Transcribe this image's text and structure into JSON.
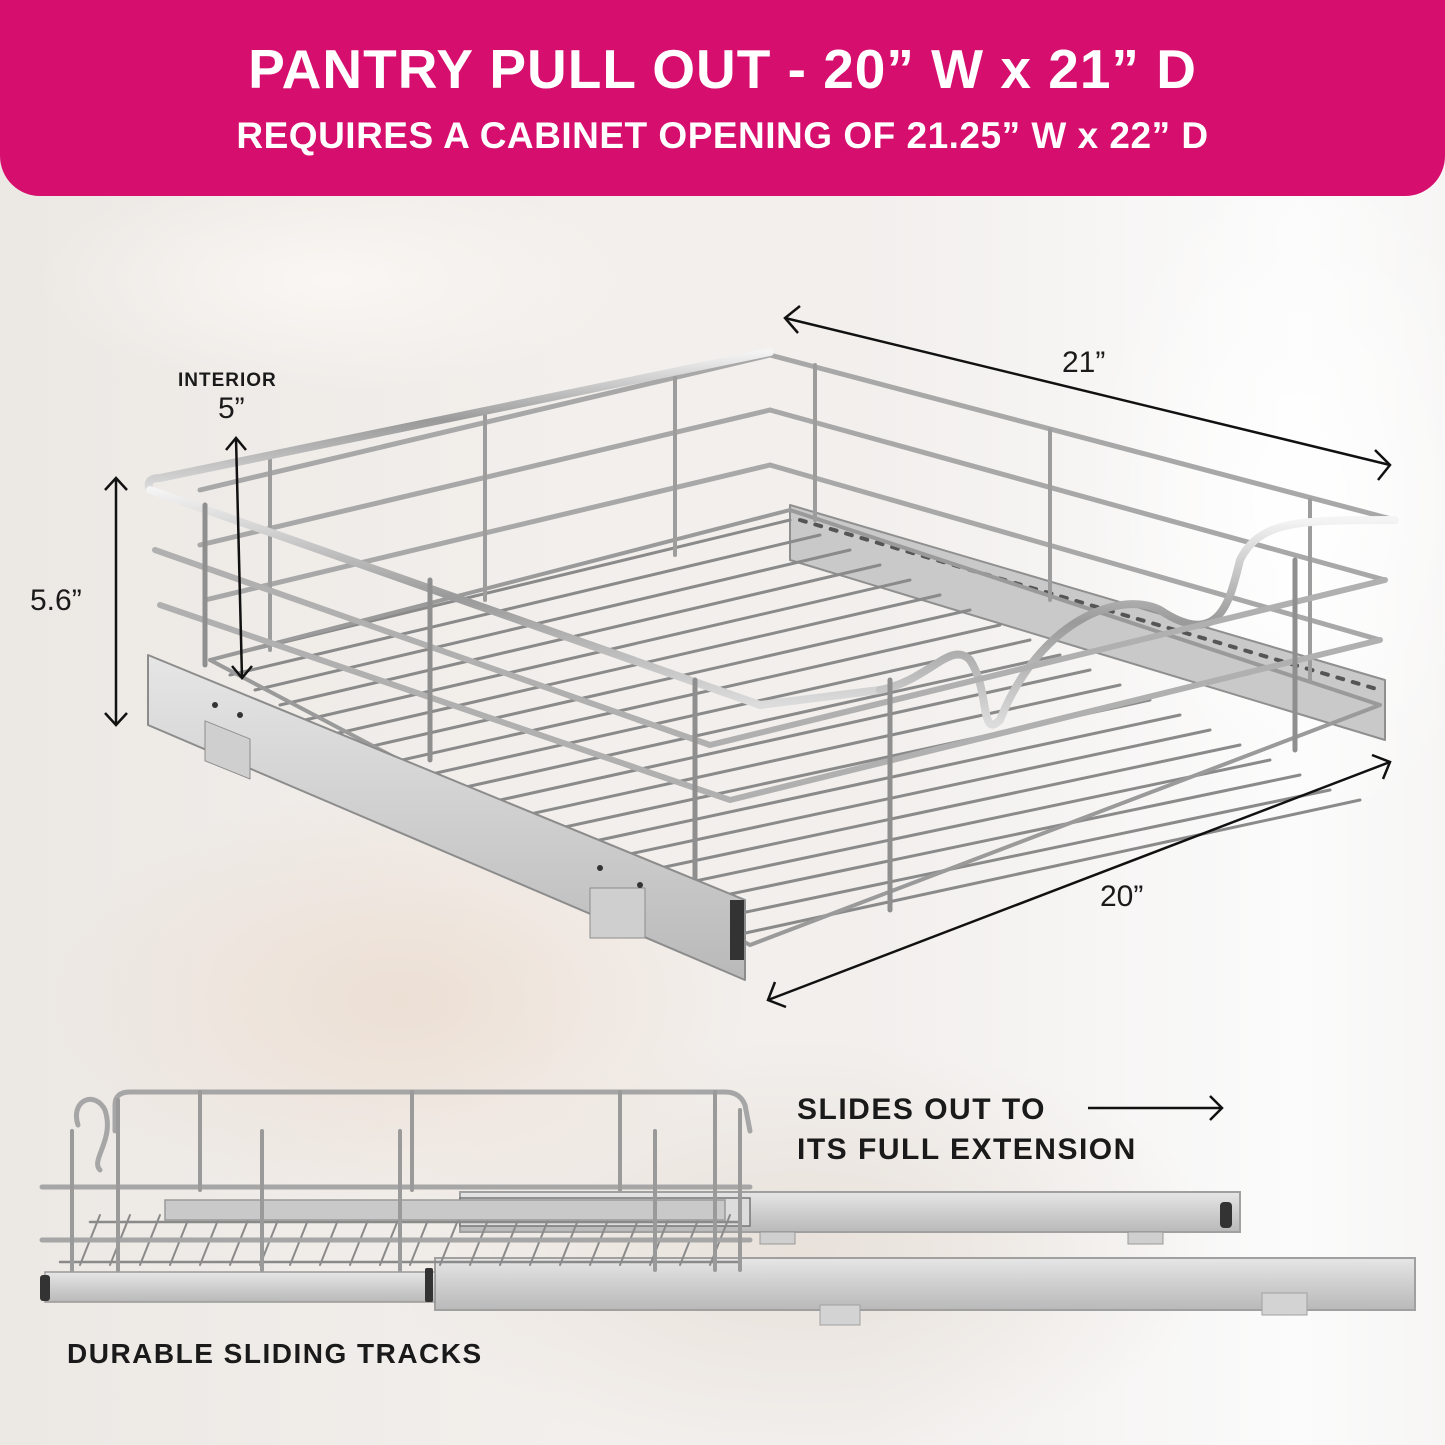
{
  "banner": {
    "title": "PANTRY PULL OUT - 20” W x 21” D",
    "subtitle": "REQUIRES A CABINET OPENING OF 21.25” W x 22” D",
    "color": "#D60F6E"
  },
  "dimensions": {
    "interior_label": "INTERIOR",
    "interior_height": "5”",
    "overall_height": "5.6”",
    "depth": "21”",
    "width": "20”"
  },
  "callouts": {
    "slides_line1": "SLIDES OUT TO",
    "slides_line2": "ITS FULL EXTENSION",
    "tracks": "DURABLE SLIDING TRACKS"
  },
  "icons": {
    "dimension_arrows": "double-headed-arrow",
    "extension_arrow": "right-arrow"
  }
}
